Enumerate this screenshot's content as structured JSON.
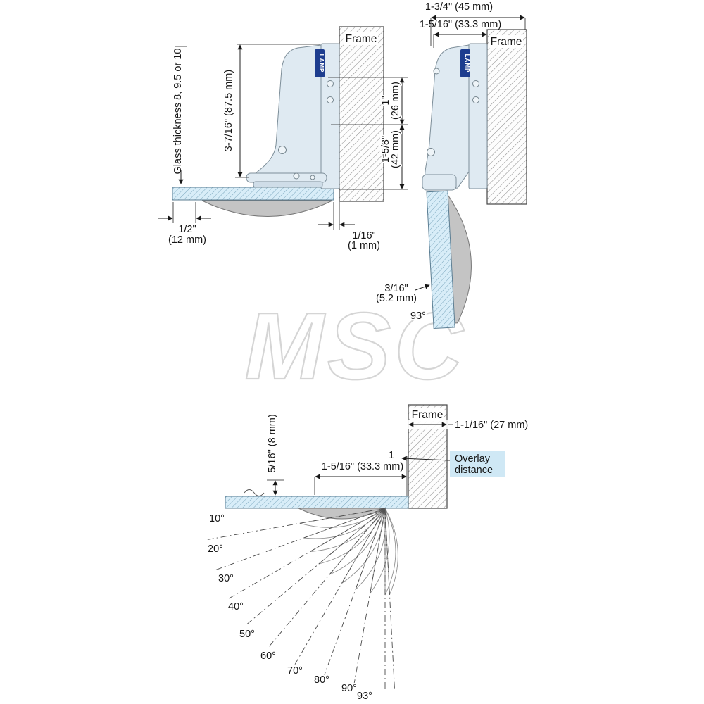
{
  "top_diagram": {
    "left_view": {
      "frame_label": "Frame",
      "brand_label": "LAMP",
      "glass_thickness_label": "Glass thickness 8, 9.5 or 10",
      "height_dim": "3-7/16\" (87.5 mm)",
      "glass_edge_dim": "1/2\"",
      "glass_edge_dim_mm": "(12 mm)",
      "gap_dim": "1/16\"",
      "gap_dim_mm": "(1 mm)"
    },
    "center_dims": {
      "upper_dim": "1\"",
      "upper_dim_mm": "(26 mm)",
      "lower_dim": "1-5/8\"",
      "lower_dim_mm": "(42 mm)"
    },
    "right_view": {
      "frame_label": "Frame",
      "brand_label": "LAMP",
      "top_dim": "1-3/4\" (45 mm)",
      "overlay_dim": "1-5/16\" (33.3 mm)",
      "door_thickness_dim": "3/16\"",
      "door_thickness_dim_mm": "(5.2 mm)",
      "open_angle": "93°"
    }
  },
  "watermark": "MSC",
  "bottom_diagram": {
    "frame_label": "Frame",
    "frame_width_dim": "1-1/16\" (27 mm)",
    "overlay_callout_line1": "Overlay",
    "overlay_callout_line2": "distance",
    "overlay_ref": "1",
    "overlay_dim": "1-5/16\" (33.3 mm)",
    "offset_dim": "5/16\" (8 mm)",
    "angle_labels": [
      "10°",
      "20°",
      "30°",
      "40°",
      "50°",
      "60°",
      "70°",
      "80°",
      "90°",
      "93°"
    ]
  }
}
